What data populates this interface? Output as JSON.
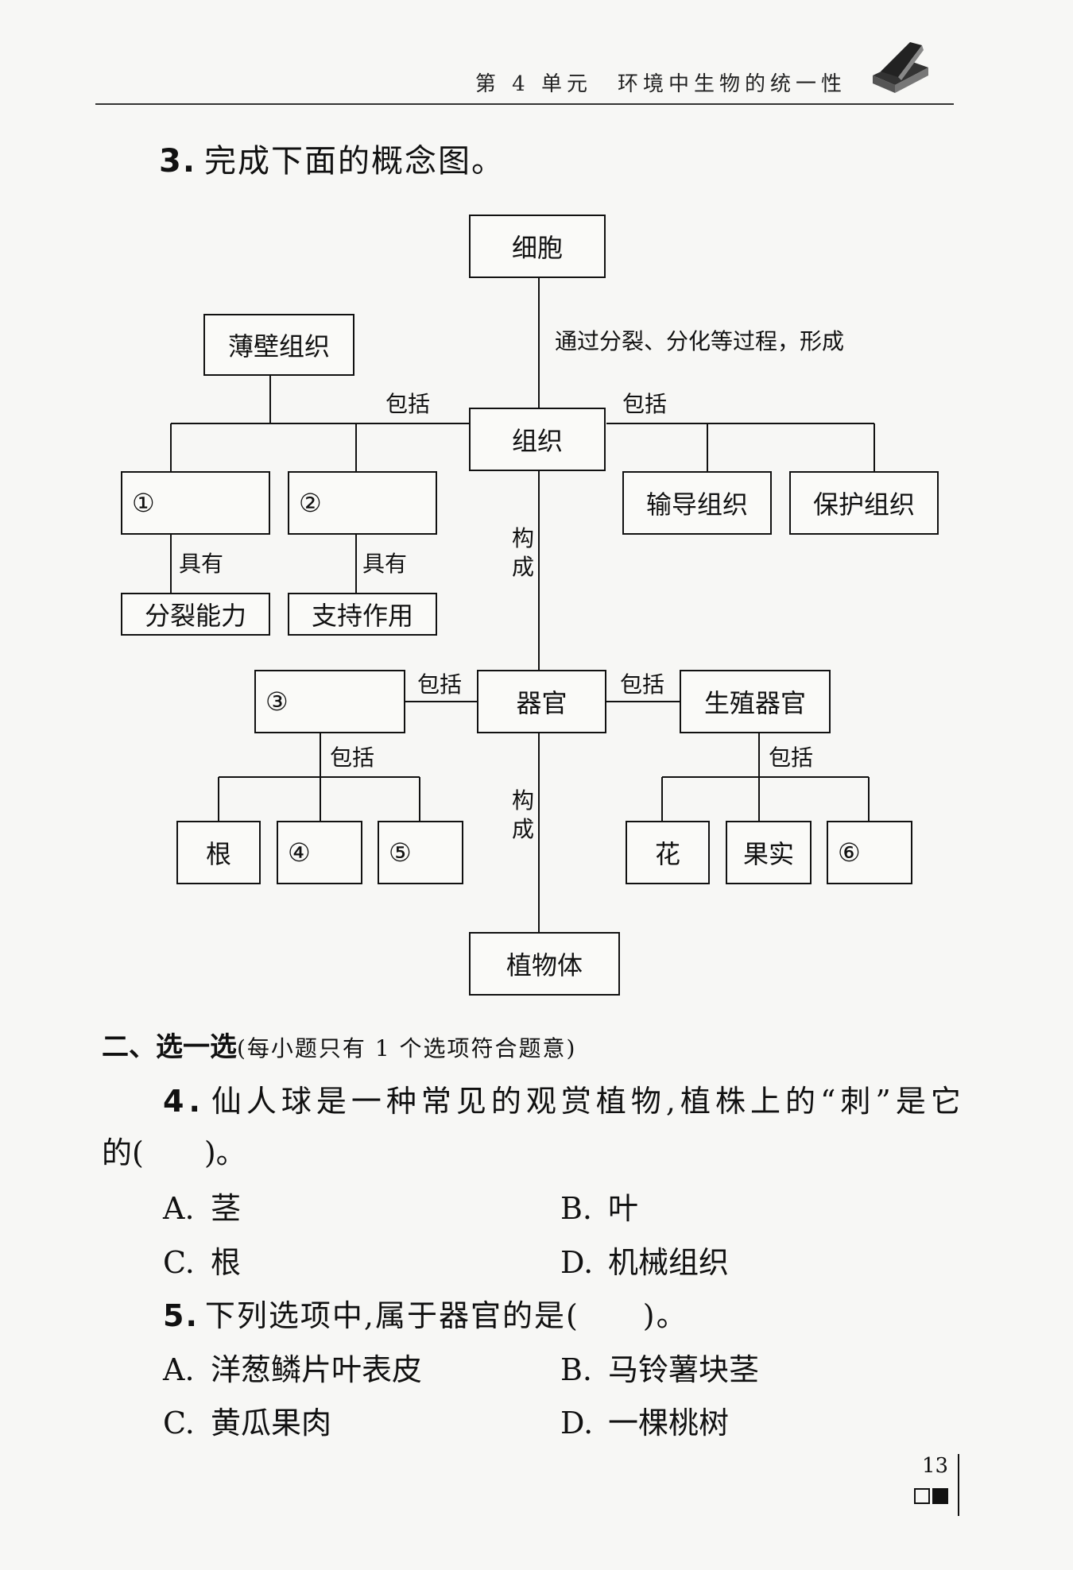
{
  "header": {
    "text": "第 4 单元　环境中生物的统一性"
  },
  "question3": {
    "number": "3.",
    "text": "完成下面的概念图。"
  },
  "diagram": {
    "cell": "细胞",
    "process_label": "通过分裂、分化等过程，形成",
    "tissue": "组织",
    "includes_left": "包括",
    "includes_right": "包括",
    "parenchyma": "薄壁组织",
    "blank1": "①",
    "blank2": "②",
    "conducting": "输导组织",
    "protective": "保护组织",
    "has1": "具有",
    "has2": "具有",
    "division": "分裂能力",
    "support": "支持作用",
    "compose1": "构成",
    "organ": "器官",
    "blank3": "③",
    "includes_organ_left": "包括",
    "includes_organ_right": "包括",
    "reproductive": "生殖器官",
    "includes_veg": "包括",
    "includes_rep": "包括",
    "root": "根",
    "blank4": "④",
    "blank5": "⑤",
    "flower": "花",
    "fruit": "果实",
    "blank6": "⑥",
    "compose2": "构成",
    "plant": "植物体"
  },
  "section2": {
    "title": "二、选一选",
    "note": "(每小题只有 1 个选项符合题意)"
  },
  "question4": {
    "number": "4.",
    "line1": "仙人球是一种常见的观赏植物,植株上的“刺”是它",
    "line2": "的(　　)。",
    "options": [
      {
        "letter": "A.",
        "text": "茎"
      },
      {
        "letter": "B.",
        "text": "叶"
      },
      {
        "letter": "C.",
        "text": "根"
      },
      {
        "letter": "D.",
        "text": "机械组织"
      }
    ]
  },
  "question5": {
    "number": "5.",
    "text": "下列选项中,属于器官的是(　　)。",
    "options": [
      {
        "letter": "A.",
        "text": "洋葱鳞片叶表皮"
      },
      {
        "letter": "B.",
        "text": "马铃薯块茎"
      },
      {
        "letter": "C.",
        "text": "黄瓜果肉"
      },
      {
        "letter": "D.",
        "text": "一棵桃树"
      }
    ]
  },
  "footer": {
    "page_number": "13"
  }
}
